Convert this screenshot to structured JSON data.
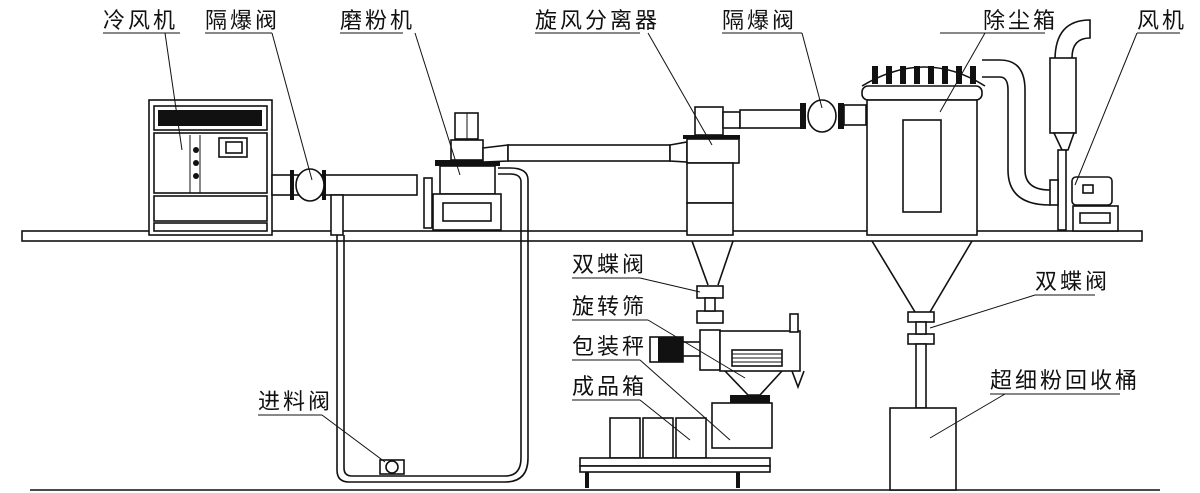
{
  "diagram": {
    "title": "",
    "labels": {
      "cooler": "冷风机",
      "explosion_valve_left": "隔爆阀",
      "grinder": "磨粉机",
      "cyclone": "旋风分离器",
      "explosion_valve_right": "隔爆阀",
      "dust_collector": "除尘箱",
      "fan": "风机",
      "double_butterfly_valve_left": "双蝶阀",
      "rotary_sieve": "旋转筛",
      "packing_scale": "包装秤",
      "product_box": "成品箱",
      "double_butterfly_valve_right": "双蝶阀",
      "ultrafine_bin": "超细粉回收桶",
      "feed_valve": "进料阀"
    }
  }
}
